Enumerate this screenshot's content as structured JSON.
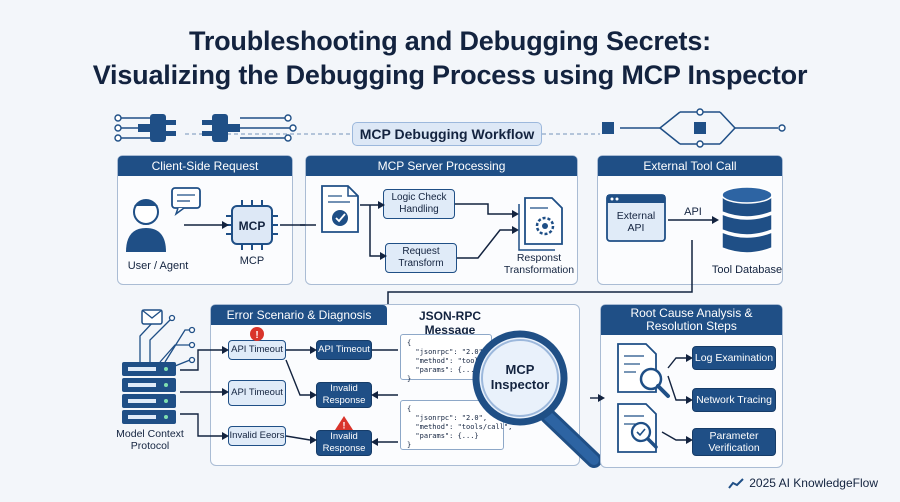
{
  "title_line1": "Troubleshooting and Debugging Secrets:",
  "title_line2": "Visualizing the Debugging Process using MCP Inspector",
  "workflow_label": "MCP Debugging Workflow",
  "client_panel": {
    "header": "Client-Side Request",
    "user_label": "User / Agent",
    "mcp_chip": "MCP",
    "mcp_label": "MCP"
  },
  "server_panel": {
    "header": "MCP Server Processing",
    "logic_check": "Logic Check Handling",
    "request_transform": "Request Transform",
    "response_transform": "Responst Transformation"
  },
  "external_panel": {
    "header": "External Tool Call",
    "external_api": "External API",
    "api_label": "API",
    "tool_db": "Tool Database"
  },
  "server_left": {
    "label": "Model Context Protocol"
  },
  "error_panel": {
    "header": "Error Scenario & Diagnosis",
    "api_timeout_1": "API Timeout",
    "api_timeout_2": "API Timeout",
    "api_timeout_3": "API Timeout",
    "invalid_response_1": "Invalid Response",
    "invalid_errors": "Invalid Eeors",
    "invalid_response_2": "Invalid Response"
  },
  "json_panel": {
    "header": "JSON-RPC Message",
    "code_1": "{\n  \"jsonrpc\": \"2.0\",\n  \"method\": \"tools/call\",\n  \"params\": {...}\n}",
    "code_2": "{\n  \"jsonrpc\": \"2.0\",\n  \"method\": \"tools/call\",\n  \"params\": {...}\n}",
    "inspector_label": "MCP Inspector"
  },
  "root_panel": {
    "header": "Root Cause Analysis & Resolution Steps",
    "step_1": "Log Examination",
    "step_2": "Network Tracing",
    "step_3": "Parameter Verification"
  },
  "footer": "2025 AI KnowledgeFlow",
  "colors": {
    "navy": "#1f4f86",
    "light_blue": "#e0ebf8",
    "warning_red": "#d9342b",
    "text": "#13233f"
  }
}
